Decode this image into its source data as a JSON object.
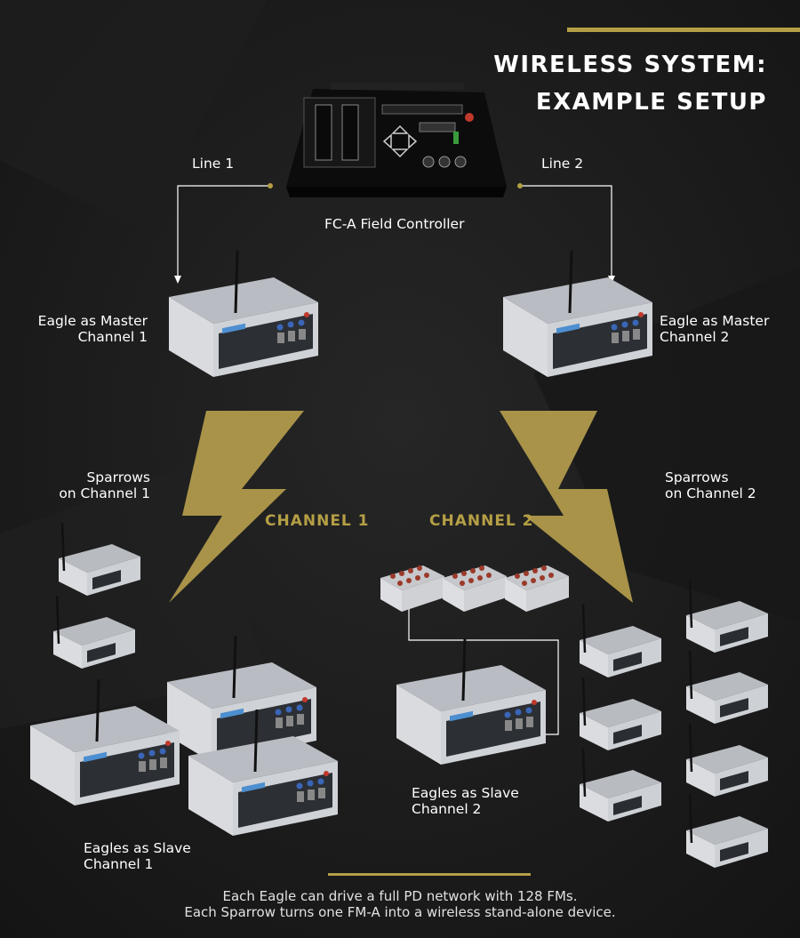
{
  "title": {
    "line1": "WIRELESS SYSTEM:",
    "line2": "EXAMPLE SETUP"
  },
  "controller": {
    "label": "FC-A Field Controller",
    "line1_label": "Line 1",
    "line2_label": "Line 2"
  },
  "masters": {
    "left": {
      "line1": "Eagle as Master",
      "line2": "Channel 1"
    },
    "right": {
      "line1": "Eagle as Master",
      "line2": "Channel 2"
    }
  },
  "channels": {
    "ch1": "CHANNEL 1",
    "ch2": "CHANNEL 2"
  },
  "sparrows": {
    "left": {
      "line1": "Sparrows",
      "line2": "on Channel 1"
    },
    "right": {
      "line1": "Sparrows",
      "line2": "on Channel 2"
    }
  },
  "slaves": {
    "left": {
      "line1": "Eagles as Slave",
      "line2": "Channel 1"
    },
    "right": {
      "line1": "Eagles as Slave",
      "line2": "Channel 2"
    }
  },
  "footer": {
    "line1": "Each Eagle can drive a full PD network with 128 FMs.",
    "line2": "Each Sparrow turns one FM-A into a wireless stand-alone device."
  },
  "colors": {
    "accent": "#b59f45",
    "background": "#1b1b1b",
    "text": "#ffffff"
  }
}
